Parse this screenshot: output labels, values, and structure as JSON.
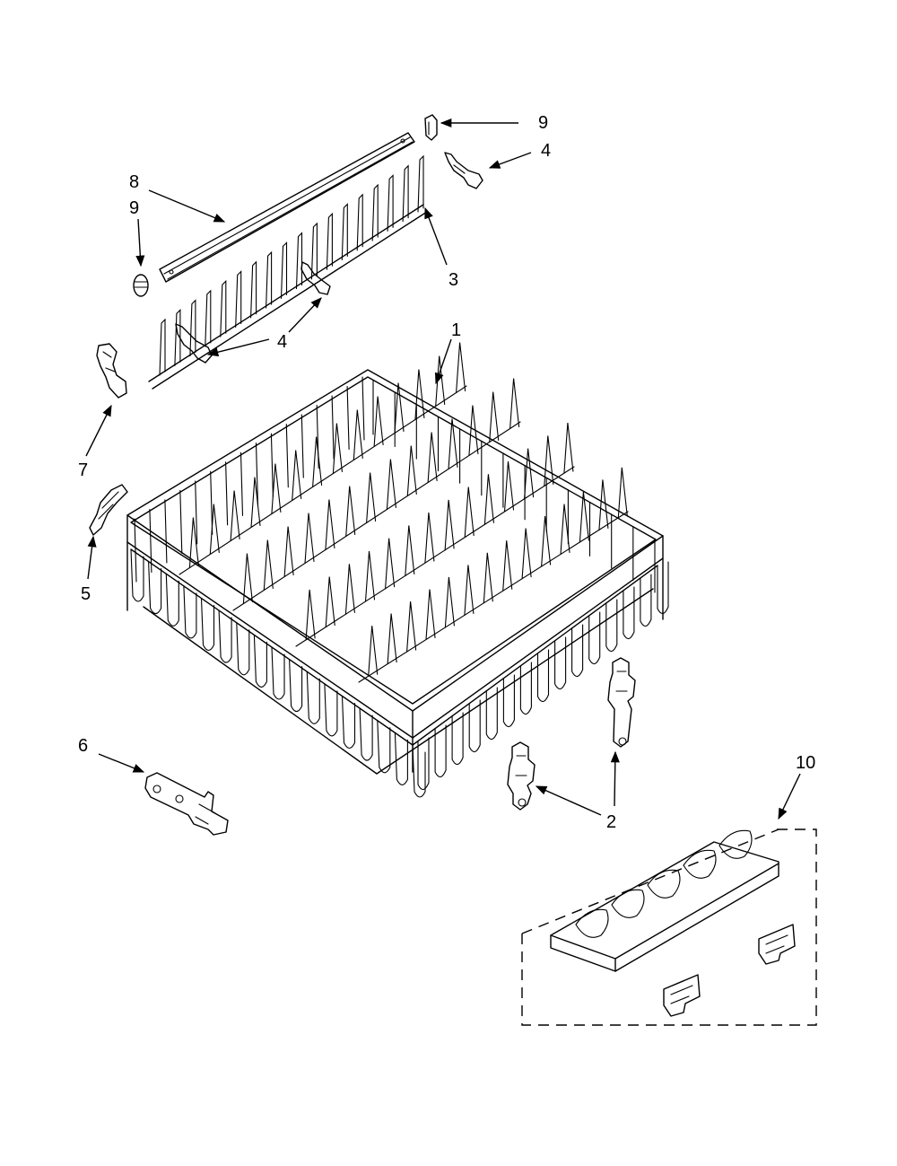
{
  "callouts": [
    {
      "id": "c9a",
      "text": "9"
    },
    {
      "id": "c4a",
      "text": "4"
    },
    {
      "id": "c8",
      "text": "8"
    },
    {
      "id": "c9b",
      "text": "9"
    },
    {
      "id": "c3",
      "text": "3"
    },
    {
      "id": "c1",
      "text": "1"
    },
    {
      "id": "c4b",
      "text": "4"
    },
    {
      "id": "c7",
      "text": "7"
    },
    {
      "id": "c5",
      "text": "5"
    },
    {
      "id": "c6",
      "text": "6"
    },
    {
      "id": "c10",
      "text": "10"
    },
    {
      "id": "c2",
      "text": "2"
    }
  ],
  "colors": {
    "line": "#000000",
    "background": "#ffffff"
  }
}
